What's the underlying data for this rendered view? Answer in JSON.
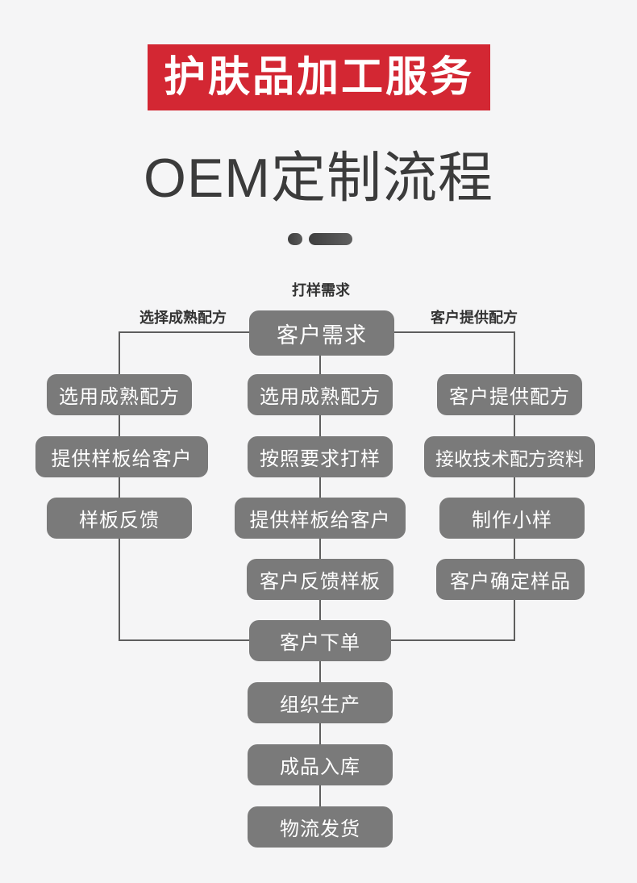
{
  "banner": {
    "text": "护肤品加工服务"
  },
  "title": {
    "text": "OEM定制流程"
  },
  "flow": {
    "top_label": "打样需求",
    "left_label": "选择成熟配方",
    "right_label": "客户提供配方",
    "root": "客户需求",
    "left_col": [
      "选用成熟配方",
      "提供样板给客户",
      "样板反馈"
    ],
    "mid_col": [
      "选用成熟配方",
      "按照要求打样",
      "提供样板给客户",
      "客户反馈样板"
    ],
    "right_col": [
      "客户提供配方",
      "接收技术配方资料",
      "制作小样",
      "客户确定样品"
    ],
    "tail": [
      "客户下单",
      "组织生产",
      "成品入库",
      "物流发货"
    ]
  },
  "colors": {
    "banner_red": "#d32733",
    "box_gray": "#7a7a7a",
    "line_gray": "#5e5e5e",
    "label_dark": "#333333",
    "title_dark": "#3b3b3b",
    "page_bg": "#f5f5f6"
  }
}
